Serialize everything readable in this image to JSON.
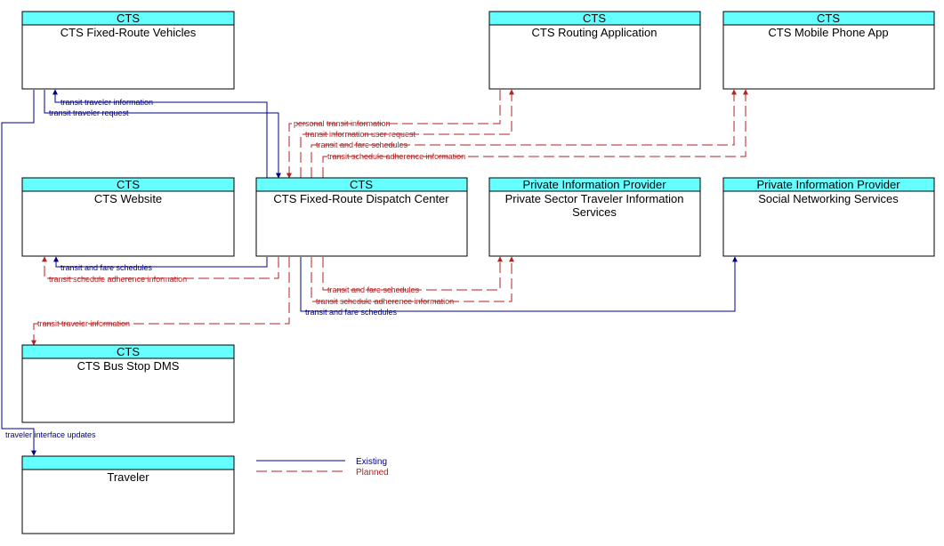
{
  "colors": {
    "existing": "#00008b",
    "planned": "#b22222",
    "header": "#66ffff"
  },
  "boxes": {
    "fixed_route_vehicles": {
      "stakeholder": "CTS",
      "name": [
        "CTS Fixed-Route Vehicles"
      ]
    },
    "routing_app": {
      "stakeholder": "CTS",
      "name": [
        "CTS Routing Application"
      ]
    },
    "mobile_app": {
      "stakeholder": "CTS",
      "name": [
        "CTS Mobile Phone App"
      ]
    },
    "website": {
      "stakeholder": "CTS",
      "name": [
        "CTS Website"
      ]
    },
    "dispatch": {
      "stakeholder": "CTS",
      "name": [
        "CTS Fixed-Route Dispatch Center"
      ]
    },
    "private_sector": {
      "stakeholder": "Private Information Provider",
      "name": [
        "Private Sector Traveler Information",
        "Services"
      ]
    },
    "social": {
      "stakeholder": "Private Information Provider",
      "name": [
        "Social Networking Services"
      ]
    },
    "bus_stop_dms": {
      "stakeholder": "CTS",
      "name": [
        "CTS Bus Stop DMS"
      ]
    },
    "traveler": {
      "stakeholder": "",
      "name": [
        "Traveler"
      ]
    }
  },
  "flows": [
    {
      "id": "f1",
      "label": "transit traveler information",
      "status": "existing"
    },
    {
      "id": "f2",
      "label": "transit traveler request",
      "status": "existing"
    },
    {
      "id": "f3",
      "label": "personal transit information",
      "status": "planned"
    },
    {
      "id": "f4",
      "label": "transit information user request",
      "status": "planned"
    },
    {
      "id": "f5",
      "label": "transit and fare schedules",
      "status": "planned"
    },
    {
      "id": "f6",
      "label": "transit schedule adherence information",
      "status": "planned"
    },
    {
      "id": "f7",
      "label": "transit and fare schedules",
      "status": "existing"
    },
    {
      "id": "f8",
      "label": "transit schedule adherence information",
      "status": "planned"
    },
    {
      "id": "f9",
      "label": "transit and fare schedules",
      "status": "planned"
    },
    {
      "id": "f10",
      "label": "transit schedule adherence information",
      "status": "planned"
    },
    {
      "id": "f11",
      "label": "transit and fare schedules",
      "status": "existing"
    },
    {
      "id": "f12",
      "label": "transit traveler information",
      "status": "planned"
    },
    {
      "id": "f13",
      "label": "traveler interface updates",
      "status": "existing"
    }
  ],
  "legend": {
    "existing": "Existing",
    "planned": "Planned"
  }
}
